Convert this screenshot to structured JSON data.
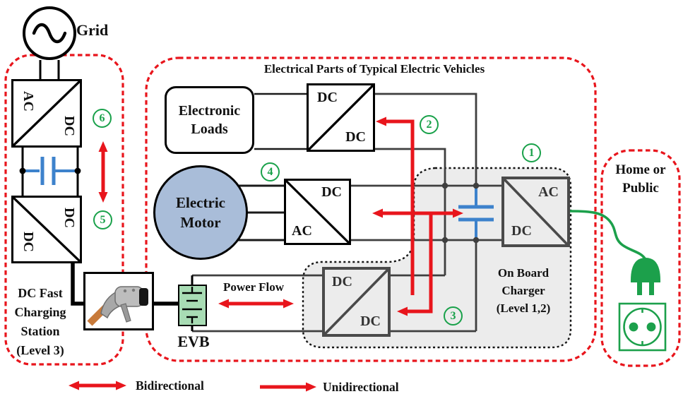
{
  "title": "Electrical Parts of Typical Electric Vehicles",
  "left_station": {
    "grid_label": "Grid",
    "converter_ac_dc": {
      "left_label": "AC",
      "right_label": "DC",
      "badge": "6"
    },
    "converter_dc_dc": {
      "left_label": "DC",
      "right_label": "DC",
      "badge": "5"
    },
    "caption_lines": [
      "DC Fast",
      "Charging",
      "Station",
      "(Level 3)"
    ]
  },
  "ev_section": {
    "electronic_loads_lines": [
      "Electronic",
      "Loads"
    ],
    "motor_lines": [
      "Electric",
      "Motor"
    ],
    "loads_converter": {
      "top_label": "DC",
      "bottom_label": "DC",
      "badge": "2"
    },
    "motor_converter": {
      "top_label": "DC",
      "bottom_label": "AC",
      "badge": "4"
    },
    "evb_label": "EVB",
    "power_flow_label": "Power Flow"
  },
  "on_board_charger": {
    "caption_lines": [
      "On Board",
      "Charger",
      "(Level 1,2)"
    ],
    "ac_dc_converter": {
      "top_label": "AC",
      "bottom_label": "DC",
      "badge": "1"
    },
    "dc_dc_converter": {
      "top_label": "DC",
      "bottom_label": "DC",
      "badge": "3"
    }
  },
  "home_section": {
    "caption_lines": [
      "Home or",
      "Public"
    ]
  },
  "legend": {
    "bidirectional_label": "Bidirectional",
    "unidirectional_label": "Unidirectional"
  },
  "colors": {
    "red": "#e8151c",
    "green": "#19a14a",
    "blue": "#3d82cc",
    "motor_fill": "#a9bdd9",
    "battery_fill": "#a8dcb4",
    "region_fill": "#ececec"
  }
}
